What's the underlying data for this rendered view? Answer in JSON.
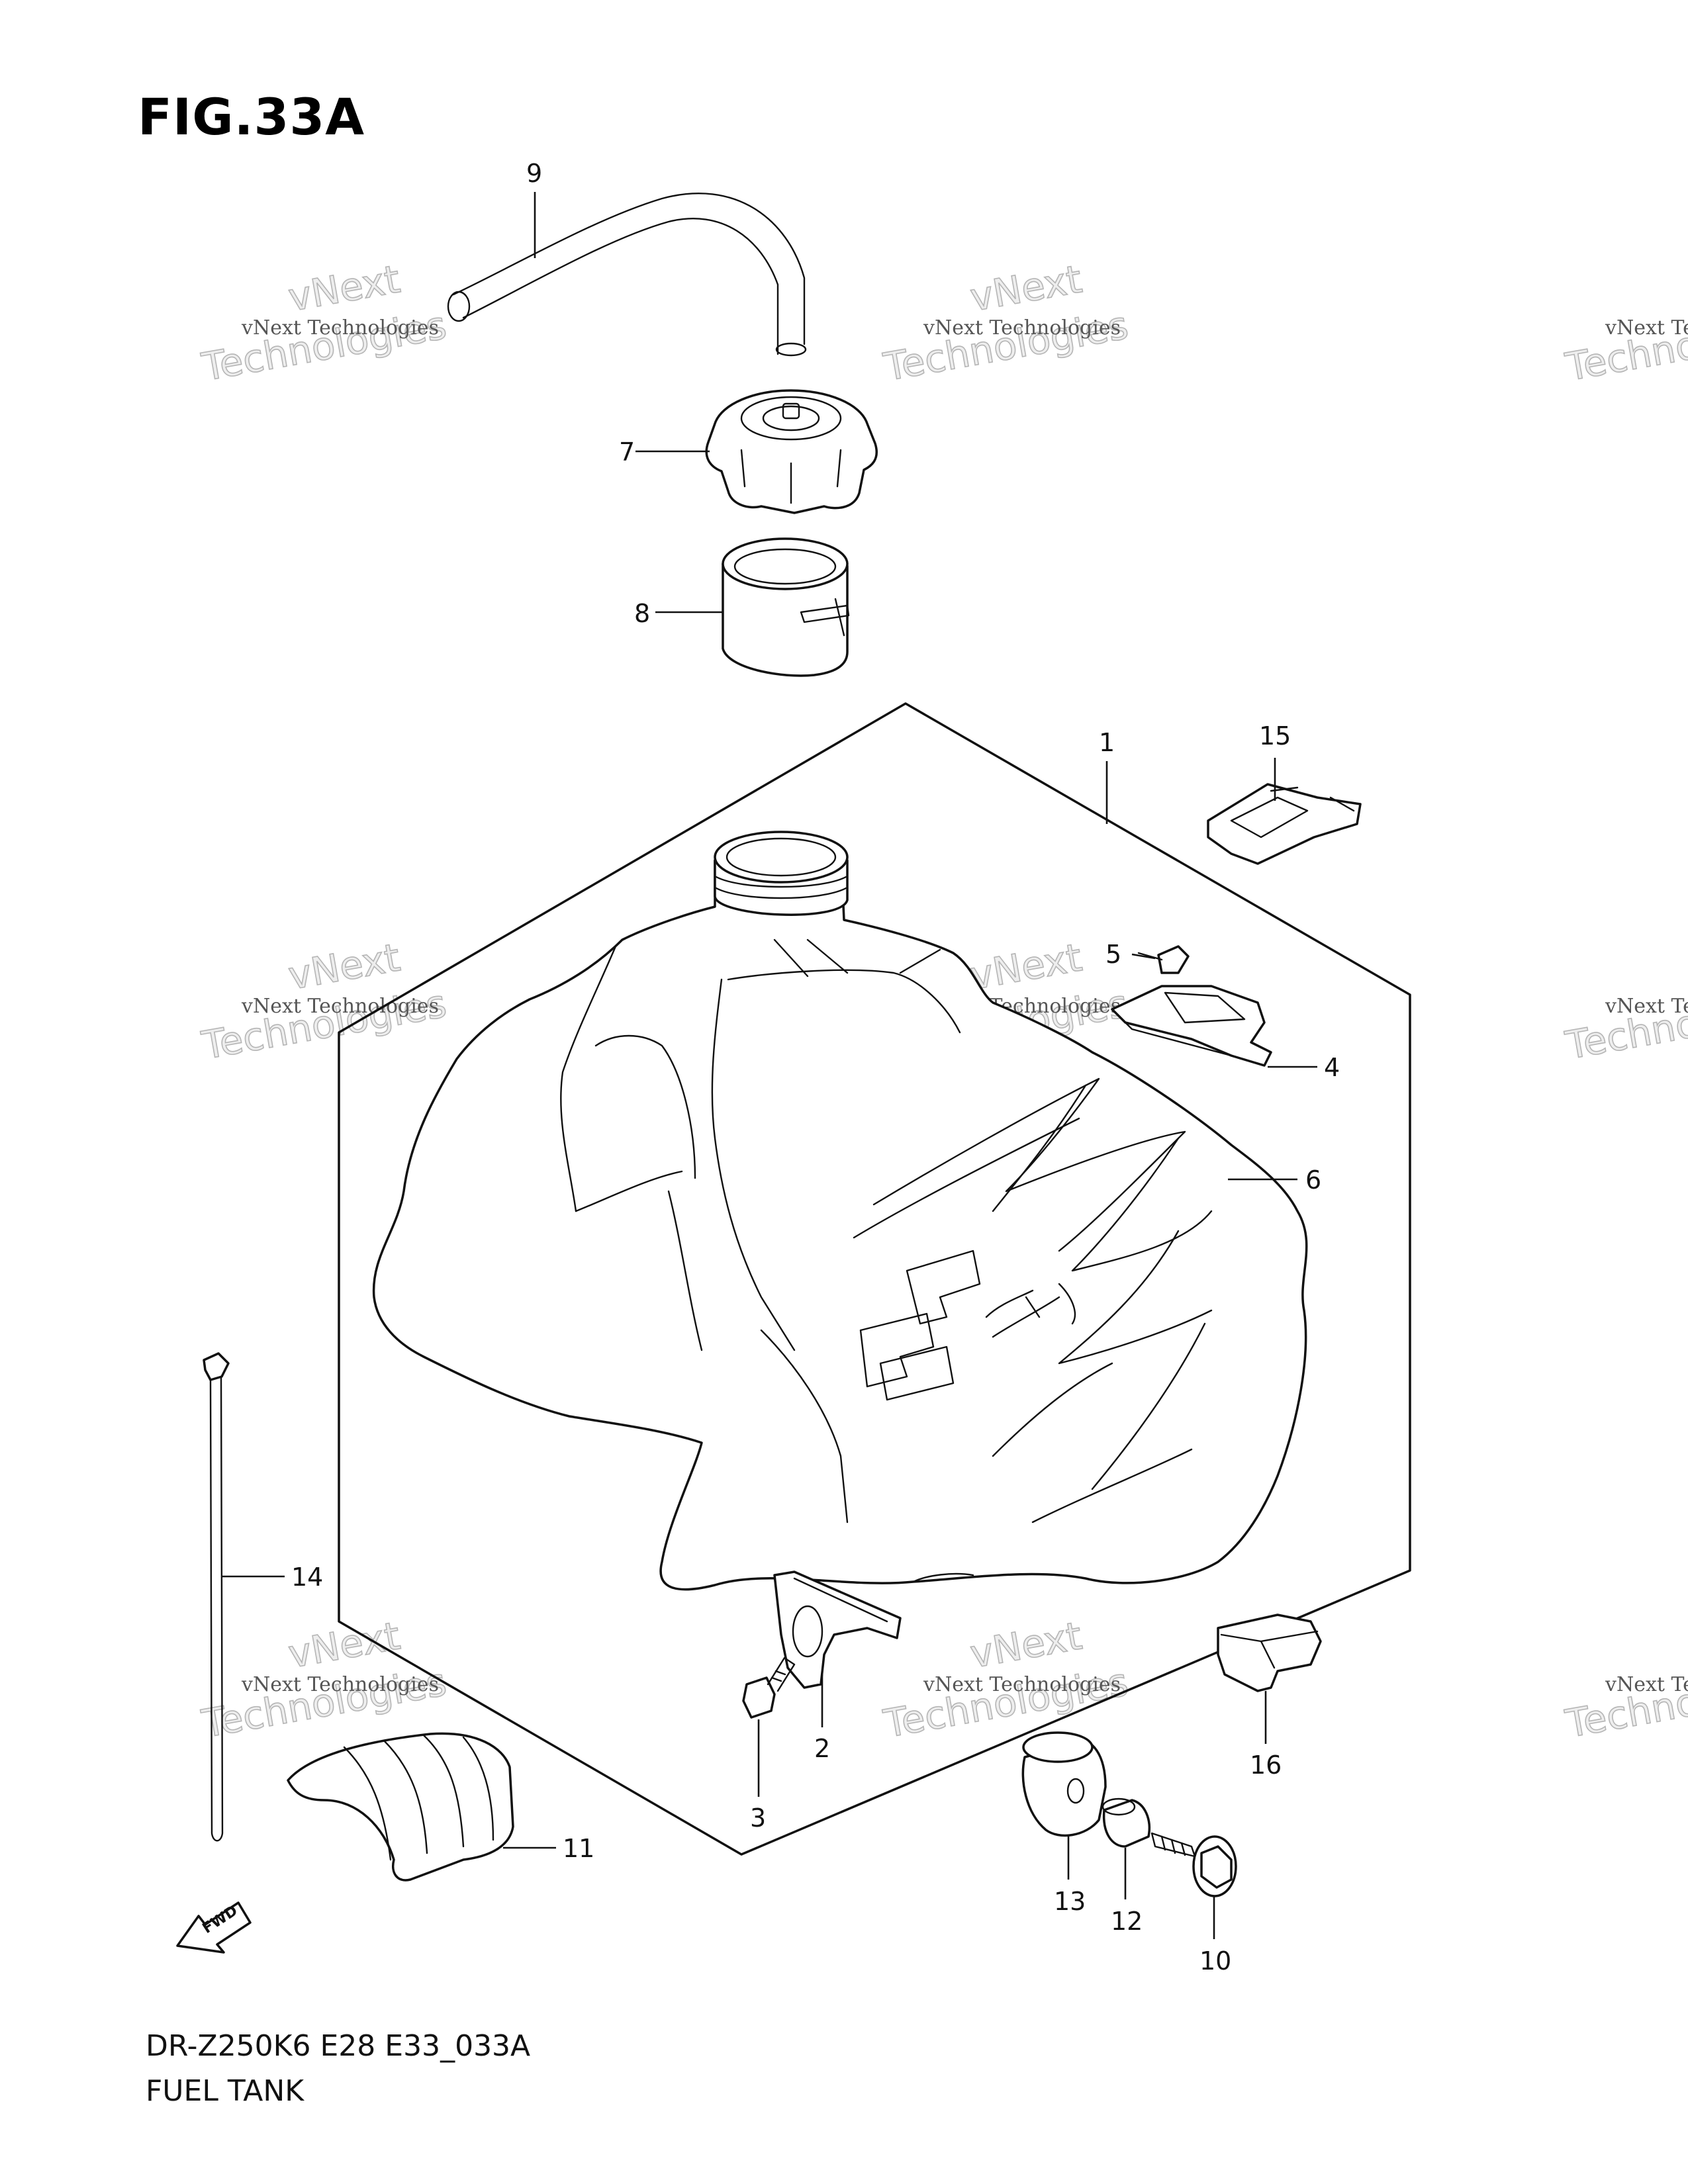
{
  "figure": {
    "title": "FIG.33A"
  },
  "footer": {
    "model_code": "DR-Z250K6 E28 E33_033A",
    "caption": "FUEL TANK"
  },
  "watermark": {
    "line1": "vNext Technologies",
    "line2": "vNext",
    "line3": "Technologies"
  },
  "arrow": {
    "label": "FWD",
    "icon": "fwd-arrow-icon"
  },
  "callouts": {
    "c1": "1",
    "c2": "2",
    "c3": "3",
    "c4": "4",
    "c5": "5",
    "c6": "6",
    "c7": "7",
    "c8": "8",
    "c9": "9",
    "c10": "10",
    "c11": "11",
    "c12": "12",
    "c13": "13",
    "c14": "14",
    "c15": "15",
    "c16": "16"
  },
  "colors": {
    "line": "#111111",
    "background": "#ffffff",
    "watermark": "#b5b5b5"
  }
}
